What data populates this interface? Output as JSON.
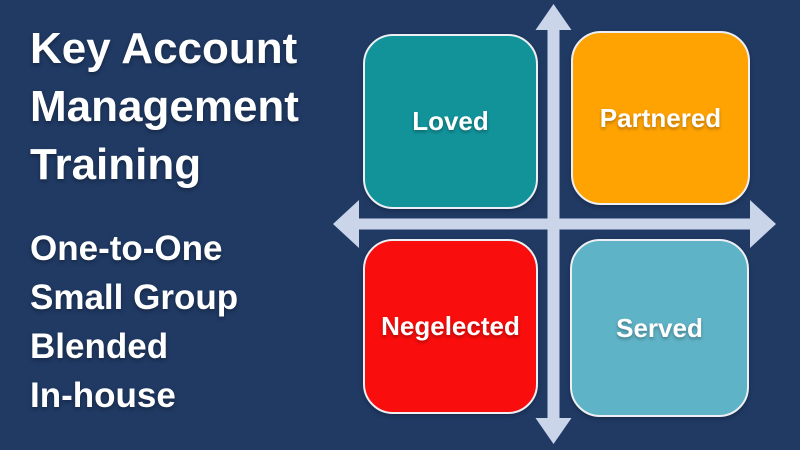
{
  "colors": {
    "background": "#203a64",
    "axis_arrow": "#cbd5ea",
    "text": "#ffffff",
    "quadrant_border": "#edeff5"
  },
  "left_panel": {
    "title": "Key Account\nManagement\nTraining",
    "subtitle": "One-to-One\nSmall Group\nBlended\nIn-house"
  },
  "matrix": {
    "quadrants": [
      {
        "label": "Loved",
        "color": "#12939a",
        "position": "top-left"
      },
      {
        "label": "Partnered",
        "color": "#ffa303",
        "position": "top-right"
      },
      {
        "label": "Negelected",
        "color": "#f90d0d",
        "position": "bottom-left"
      },
      {
        "label": "Served",
        "color": "#5fb3c6",
        "position": "bottom-right"
      }
    ]
  }
}
